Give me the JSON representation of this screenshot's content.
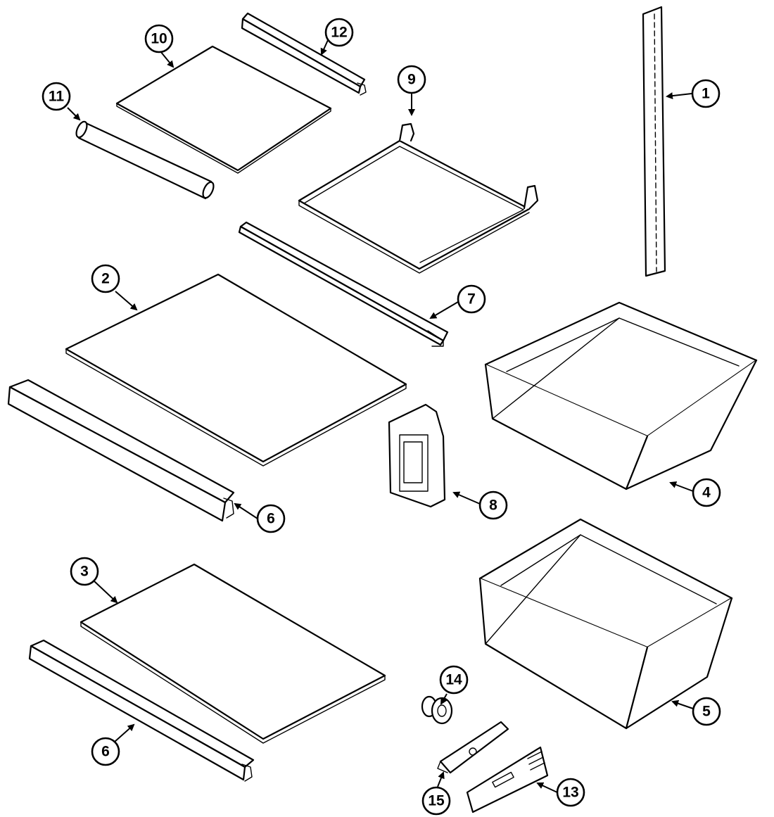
{
  "callouts": {
    "c1": "1",
    "c2": "2",
    "c3": "3",
    "c4": "4",
    "c5": "5",
    "c6a": "6",
    "c6b": "6",
    "c7": "7",
    "c8": "8",
    "c9": "9",
    "c10": "10",
    "c11": "11",
    "c12": "12",
    "c13": "13",
    "c14": "14",
    "c15": "15"
  }
}
